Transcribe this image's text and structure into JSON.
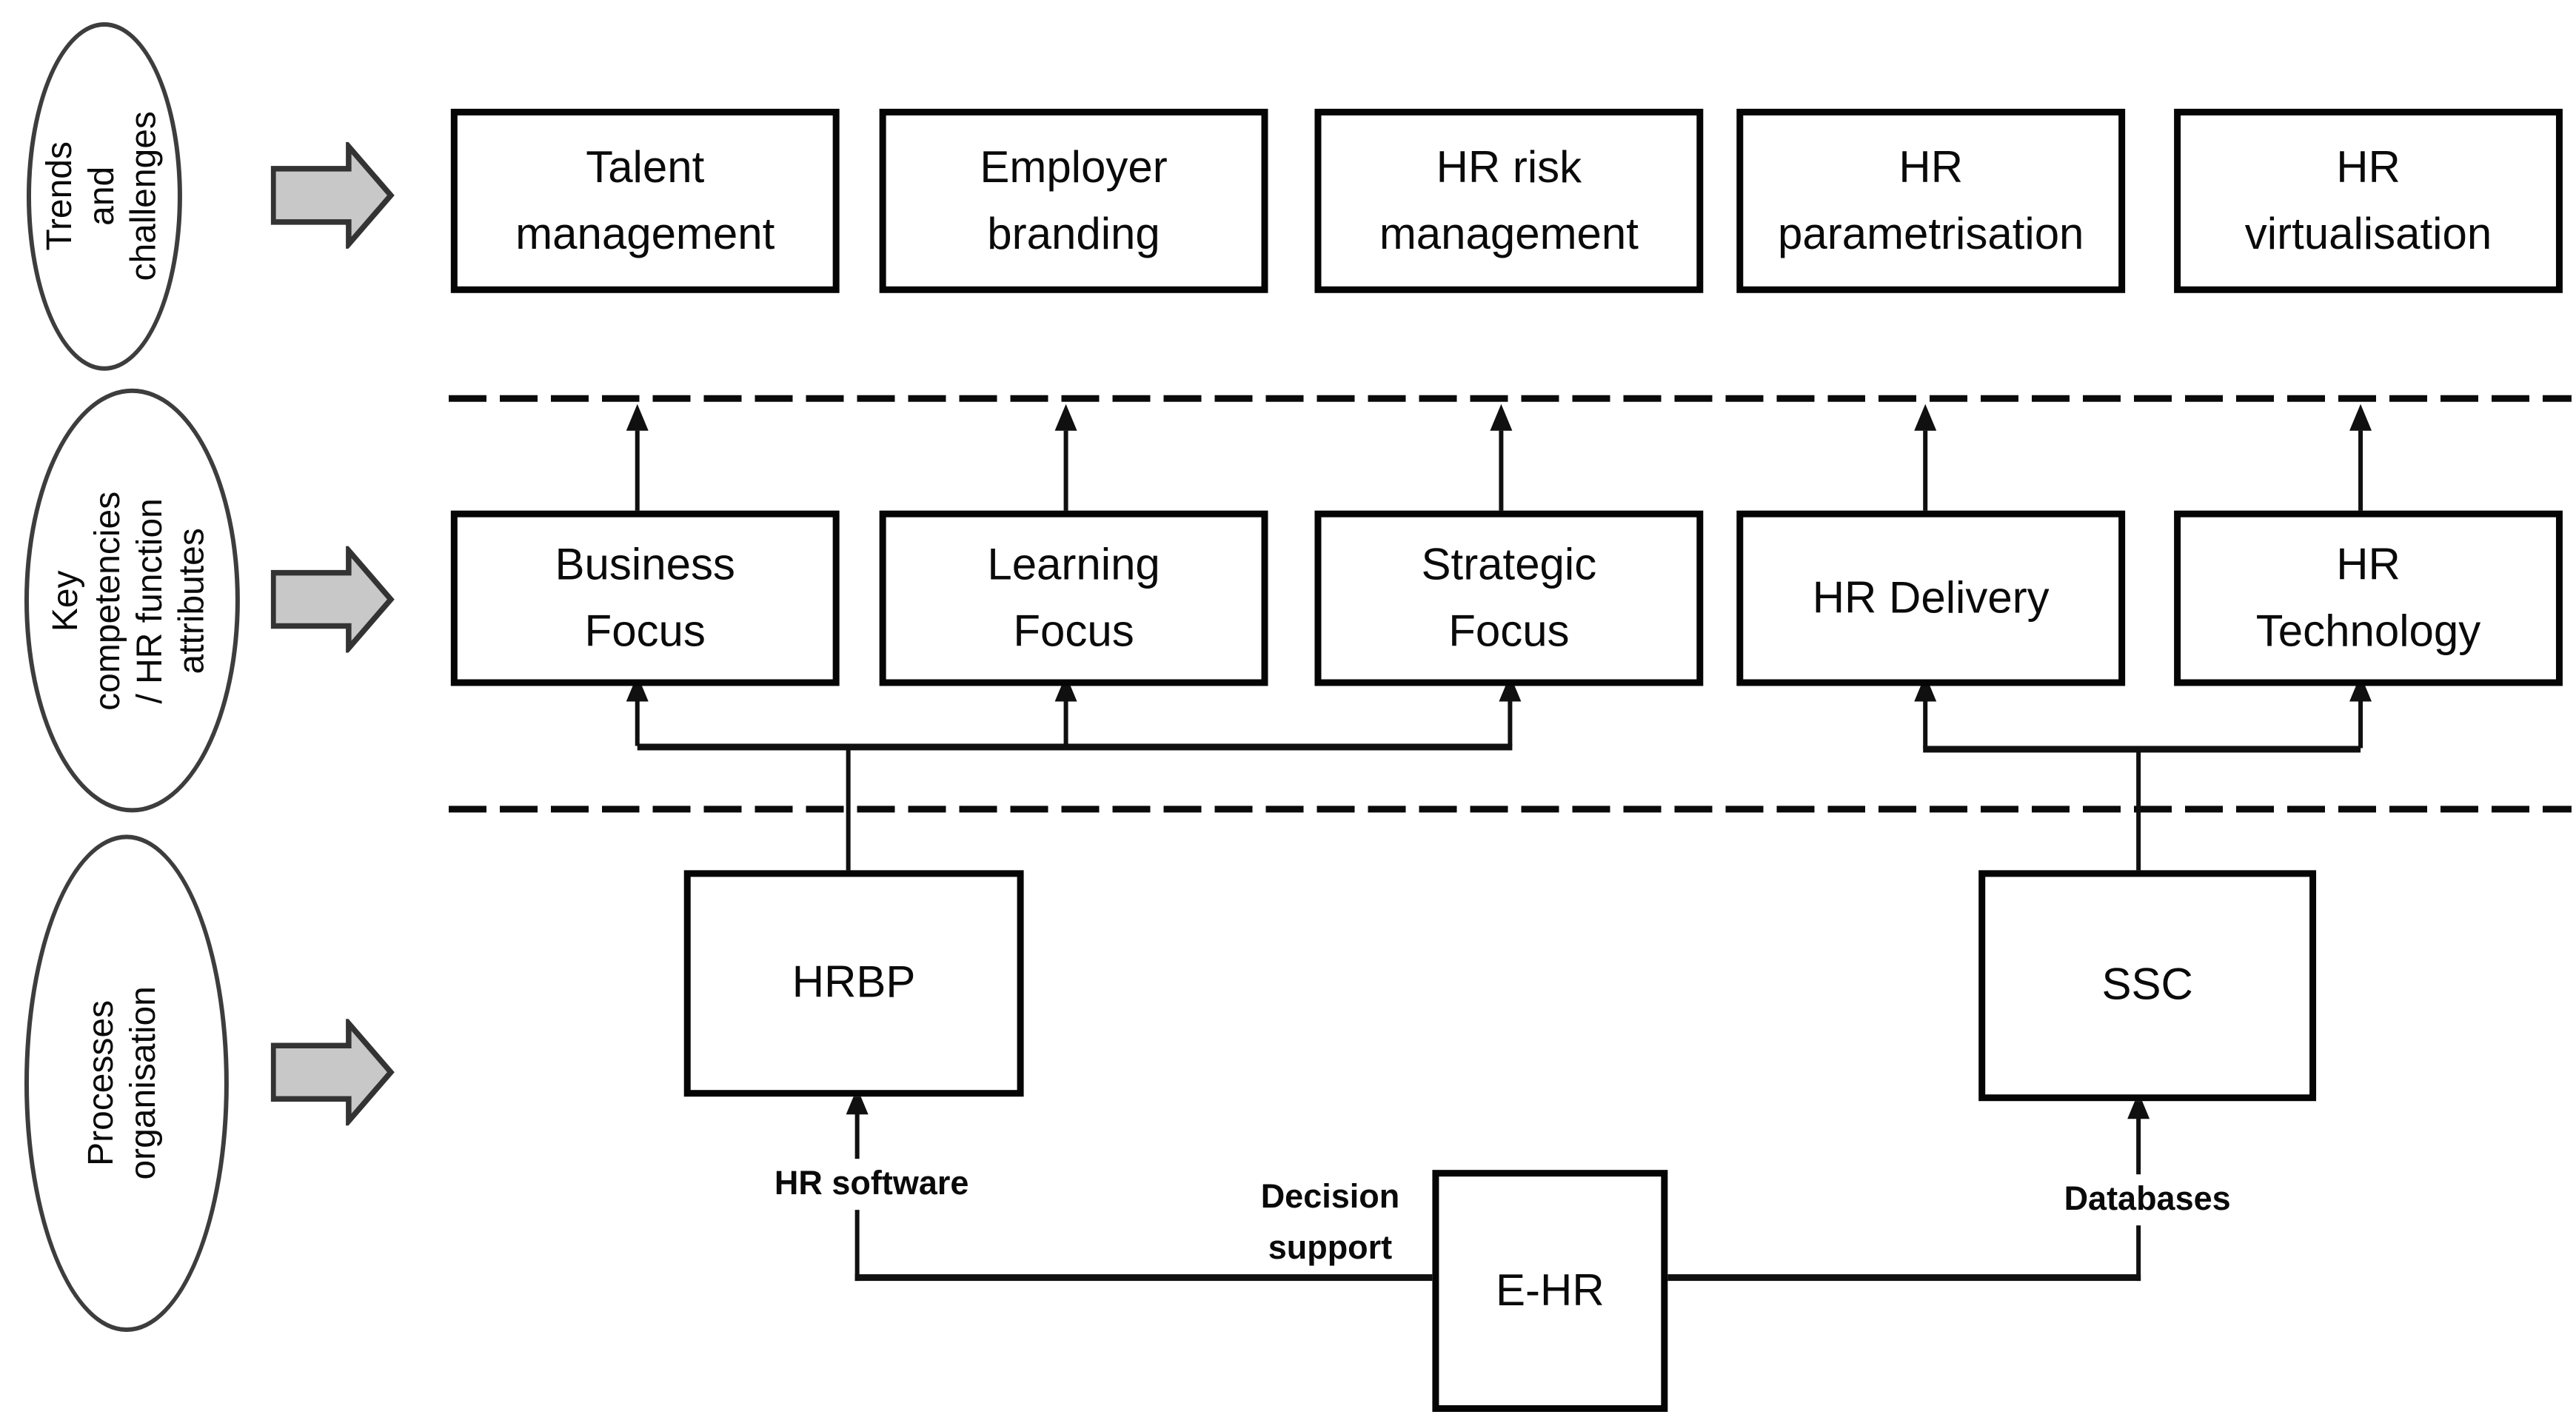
{
  "ellipses": [
    {
      "label": "Trends and\nchallenges"
    },
    {
      "label": "Key competencies\n/ HR function\nattributes"
    },
    {
      "label": "Processes\norganisation"
    }
  ],
  "top_row": {
    "boxes": [
      "Talent\nmanagement",
      "Employer\nbranding",
      "HR risk\nmanagement",
      "HR\nparametrisation",
      "HR\nvirtualisation"
    ]
  },
  "middle_row": {
    "boxes": [
      "Business\nFocus",
      "Learning\nFocus",
      "Strategic\nFocus",
      "HR Delivery",
      "HR\nTechnology"
    ]
  },
  "bottom": {
    "hrbp": "HRBP",
    "ssc": "SSC",
    "ehr": "E-HR",
    "hr_software_label": "HR software",
    "decision_support_label": "Decision\nsupport",
    "databases_label": "Databases"
  },
  "icons": {
    "flow_arrow": "block-arrow-right"
  },
  "colors": {
    "line": "#101010",
    "box_border": "#050505",
    "arrow_fill": "#c8c8c8",
    "arrow_stroke": "#333333",
    "background": "#ffffff"
  }
}
